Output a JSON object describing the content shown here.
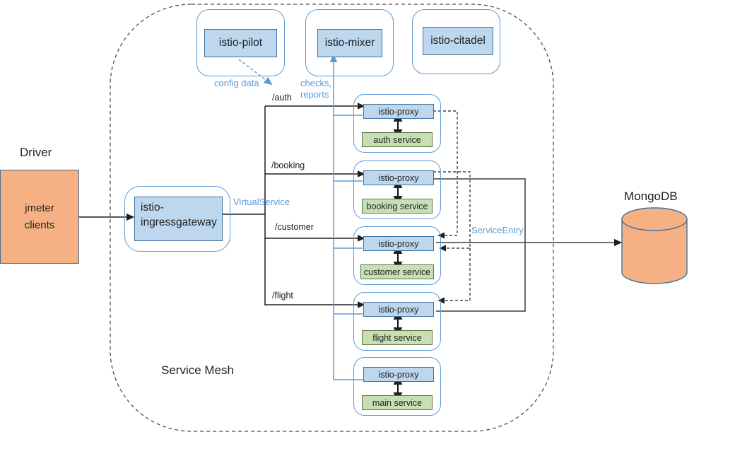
{
  "colors": {
    "accent_blue": "#5B9BD5",
    "box_blue_fill": "#BDD7EE",
    "box_blue_border": "#41719C",
    "green_fill": "#C6E0B4",
    "green_border": "#5F7349",
    "orange_fill": "#F5B183",
    "line_dark": "#1f1f1f",
    "line_gray": "#595959",
    "mesh_dash": "#4d4d4d"
  },
  "mesh": {
    "label": "Service Mesh"
  },
  "external": {
    "driver_title": "Driver",
    "driver_line1": "jmeter",
    "driver_line2": "clients",
    "mongodb_label": "MongoDB"
  },
  "control_plane": {
    "pilot_label": "istio-pilot",
    "mixer_label": "istio-mixer",
    "citadel_label": "istio-citadel"
  },
  "gateway": {
    "line1": "istio-",
    "line2": "ingressgateway"
  },
  "annotations": {
    "config_data": "config data",
    "checks_line1": "checks,",
    "checks_line2": "reports",
    "virtual_service": "VirtualService",
    "service_entry": "ServiceEntry"
  },
  "routes": [
    "/auth",
    "/booking",
    "/customer",
    "/flight"
  ],
  "pods": [
    {
      "proxy": "istio-proxy",
      "service": "auth service"
    },
    {
      "proxy": "istio-proxy",
      "service": "booking service"
    },
    {
      "proxy": "istio-proxy",
      "service": "customer service"
    },
    {
      "proxy": "istio-proxy",
      "service": "flight service"
    },
    {
      "proxy": "istio-proxy",
      "service": "main service"
    }
  ]
}
